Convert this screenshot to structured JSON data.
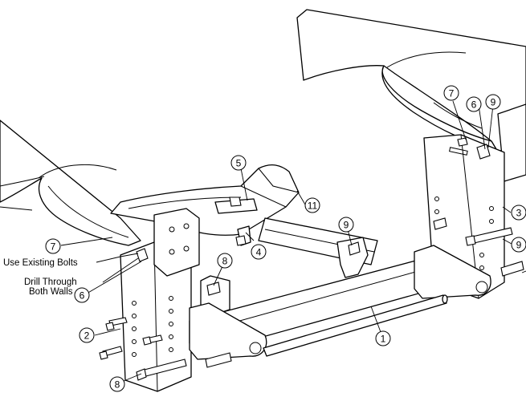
{
  "callouts": {
    "c1": "1",
    "c2": "2",
    "c3": "3",
    "c4": "4",
    "c5": "5",
    "c6a": "6",
    "c6b": "6",
    "c7a": "7",
    "c7b": "7",
    "c8a": "8",
    "c8b": "8",
    "c9a": "9",
    "c9b": "9",
    "c9c": "9",
    "c11": "11"
  },
  "notes": {
    "use_existing_bolts": "Use Existing Bolts",
    "drill_line1": "Drill Through",
    "drill_line2": "Both Walls"
  }
}
